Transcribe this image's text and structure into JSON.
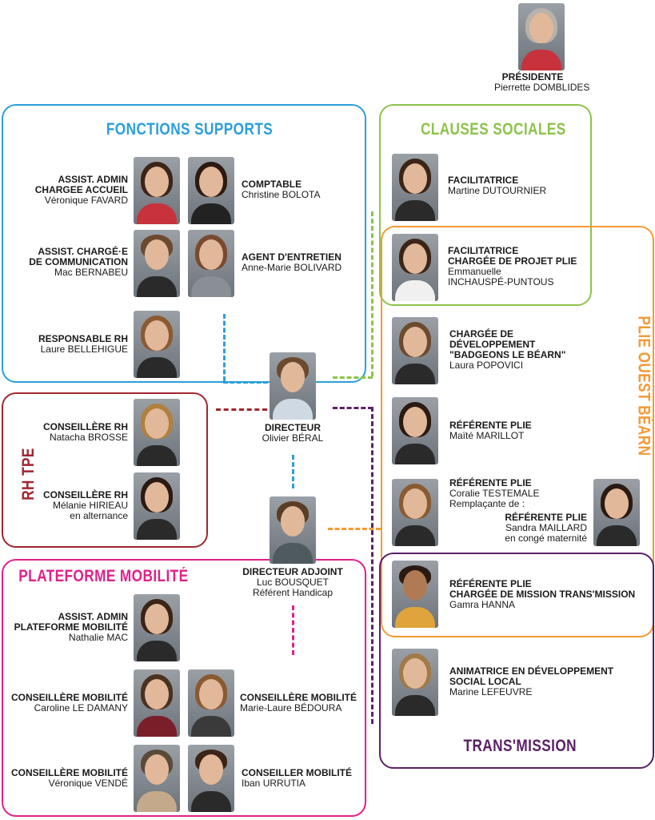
{
  "colors": {
    "supports": "#2b9fd9",
    "clauses": "#8cc34a",
    "plie": "#f39a34",
    "rh": "#a0262f",
    "mobilite": "#e0218a",
    "transmission": "#5b2166"
  },
  "president": {
    "role": "PRÉSIDENTE",
    "name": "Pierrette DOMBLIDES"
  },
  "directeur": {
    "role": "DIRECTEUR",
    "name": "Olivier BÉRAL"
  },
  "adjoint": {
    "role": "DIRECTEUR ADJOINT",
    "name": "Luc BOUSQUET",
    "extra": "Référent Handicap"
  },
  "sections": {
    "supports": "FONCTIONS SUPPORTS",
    "clauses": "CLAUSES SOCIALES",
    "plie": "PLIE OUEST BÉARN",
    "rh": "RH TPE",
    "mobilite": "PLATEFORME MOBILITÉ",
    "transmission": "TRANS'MISSION"
  },
  "supports": [
    {
      "role1": "ASSIST. ADMIN",
      "role2": "CHARGEE ACCUEIL",
      "name": "Véronique FAVARD"
    },
    {
      "role1": "COMPTABLE",
      "name": "Christine BOLOTA"
    },
    {
      "role1": "ASSIST. CHARGÉ·E",
      "role2": "DE COMMUNICATION",
      "name": "Mac BERNABEU"
    },
    {
      "role1": "AGENT D'ENTRETIEN",
      "name": "Anne-Marie BOLIVARD"
    },
    {
      "role1": "RESPONSABLE RH",
      "name": "Laure BELLEHIGUE"
    }
  ],
  "clauses": [
    {
      "role1": "FACILITATRICE",
      "name": "Martine DUTOURNIER"
    }
  ],
  "plie": [
    {
      "role1": "FACILITATRICE",
      "role2": "CHARGÉE DE PROJET PLIE",
      "name": "Emmanuelle",
      "name2": "INCHAUSPÉ-PUNTOUS"
    },
    {
      "role1": "CHARGÉE DE",
      "role2": "DÉVELOPPEMENT",
      "role3": "\"BADGEONS LE BÉARN\"",
      "name": "Laura POPOVICI"
    },
    {
      "role1": "RÉFÉRENTE PLIE",
      "name": "Maïté MARILLOT"
    },
    {
      "role1": "RÉFÉRENTE PLIE",
      "name": "Coralie TESTEMALE",
      "note": "Remplaçante de :"
    },
    {
      "role1": "RÉFÉRENTE PLIE",
      "name": "Sandra MAILLARD",
      "note": "en congé maternité"
    },
    {
      "role1": "RÉFÉRENTE PLIE",
      "role2": "CHARGÉE DE MISSION TRANS'MISSION",
      "name": "Gamra HANNA"
    }
  ],
  "transmission": [
    {
      "role1": "ANIMATRICE EN DÉVELOPPEMENT",
      "role2": "SOCIAL LOCAL",
      "name": "Marine LEFEUVRE"
    }
  ],
  "rh": [
    {
      "role1": "CONSEILLÈRE RH",
      "name": "Natacha BROSSE"
    },
    {
      "role1": "CONSEILLÈRE RH",
      "name": "Mélanie HIRIEAU",
      "note": "en alternance"
    }
  ],
  "mobilite": [
    {
      "role1": "ASSIST. ADMIN",
      "role2": "PLATEFORME MOBILITÉ",
      "name": "Nathalie MAC"
    },
    {
      "role1": "CONSEILLÈRE MOBILITÉ",
      "name": "Caroline LE DAMANY"
    },
    {
      "role1": "CONSEILLÈRE MOBILITÉ",
      "name": "Marie-Laure BÉDOURA"
    },
    {
      "role1": "CONSEILLÈRE MOBILITÉ",
      "name": "Véronique VENDÉ"
    },
    {
      "role1": "CONSEILLER MOBILITÉ",
      "name": "Iban URRUTIA"
    }
  ]
}
